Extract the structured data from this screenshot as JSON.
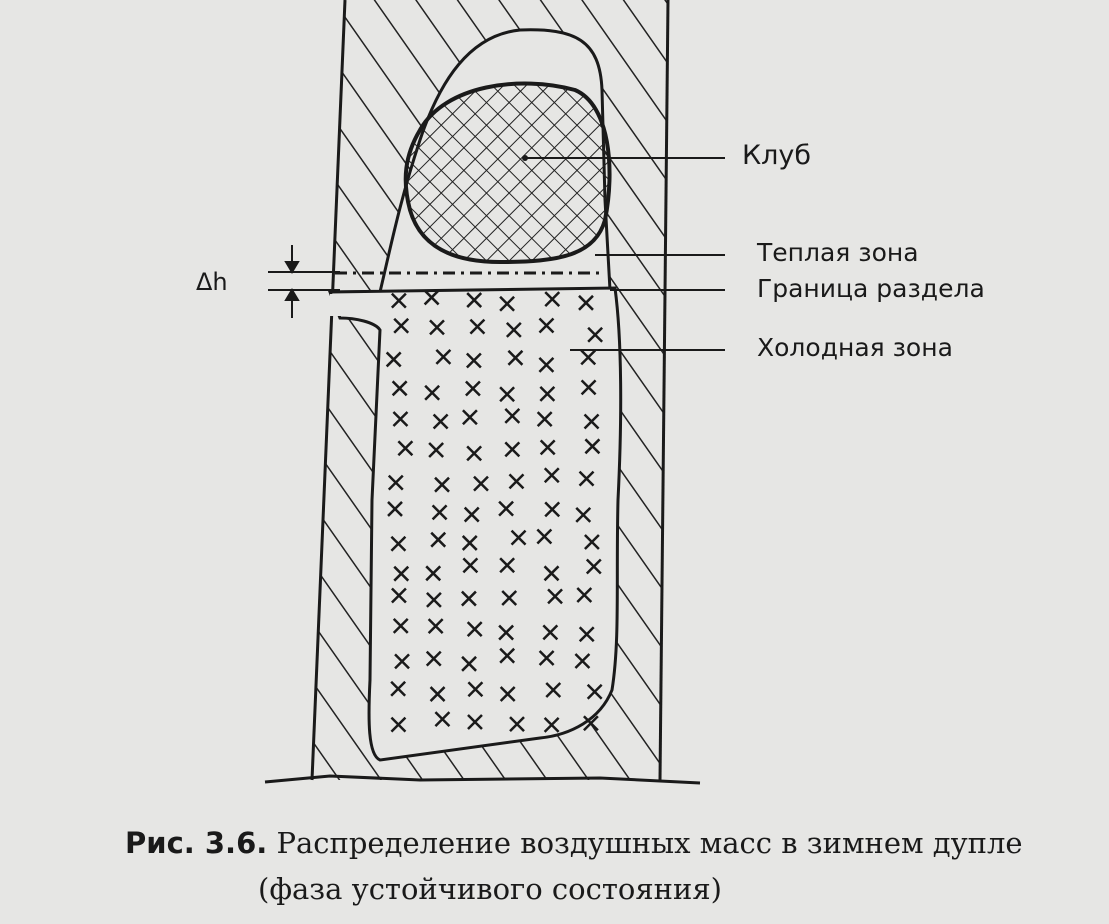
{
  "figure": {
    "labels": {
      "club": "Клуб",
      "warm_zone": "Теплая зона",
      "boundary": "Граница раздела",
      "cold_zone": "Холодная зона",
      "delta_h": "Δh"
    },
    "caption": {
      "number": "Рис. 3.6.",
      "line1": "Распределение воздушных масс в зимнем дупле",
      "line2": "(фаза устойчивого состояния)"
    }
  }
}
